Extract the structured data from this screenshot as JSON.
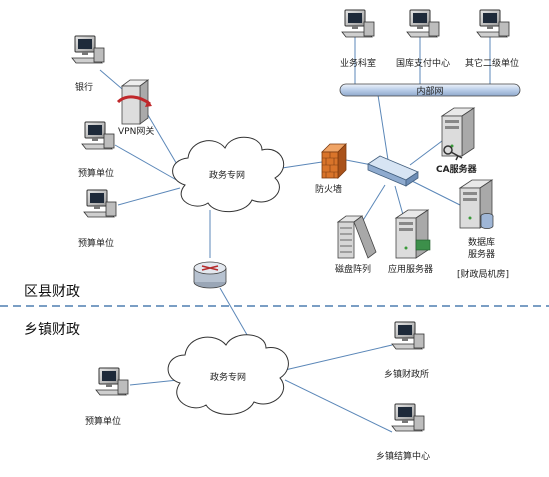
{
  "regions": {
    "county": "区县财政",
    "township": "乡镇财政"
  },
  "clouds": {
    "upper": "政务专网",
    "lower": "政务专网"
  },
  "intranet": "内部网",
  "nodes": {
    "bank": "银行",
    "vpn": "VPN网关",
    "budget1": "预算单位",
    "budget2": "预算单位",
    "firewall": "防火墙",
    "business": "业务科室",
    "treasury": "国库支付中心",
    "other": "其它二级单位",
    "ca": "CA服务器",
    "db_line1": "数据库",
    "db_line2": "服务器",
    "disk": "磁盘阵列",
    "app": "应用服务器",
    "machine_room": "[财政局机房]",
    "town_budget": "预算单位",
    "town_office": "乡镇财政所",
    "town_settle": "乡镇结算中心"
  },
  "colors": {
    "link": "#5b87b8",
    "dashed_divider": "#4f7fb0",
    "bus": "#c7d8ee",
    "firewall": "#d9742a"
  }
}
